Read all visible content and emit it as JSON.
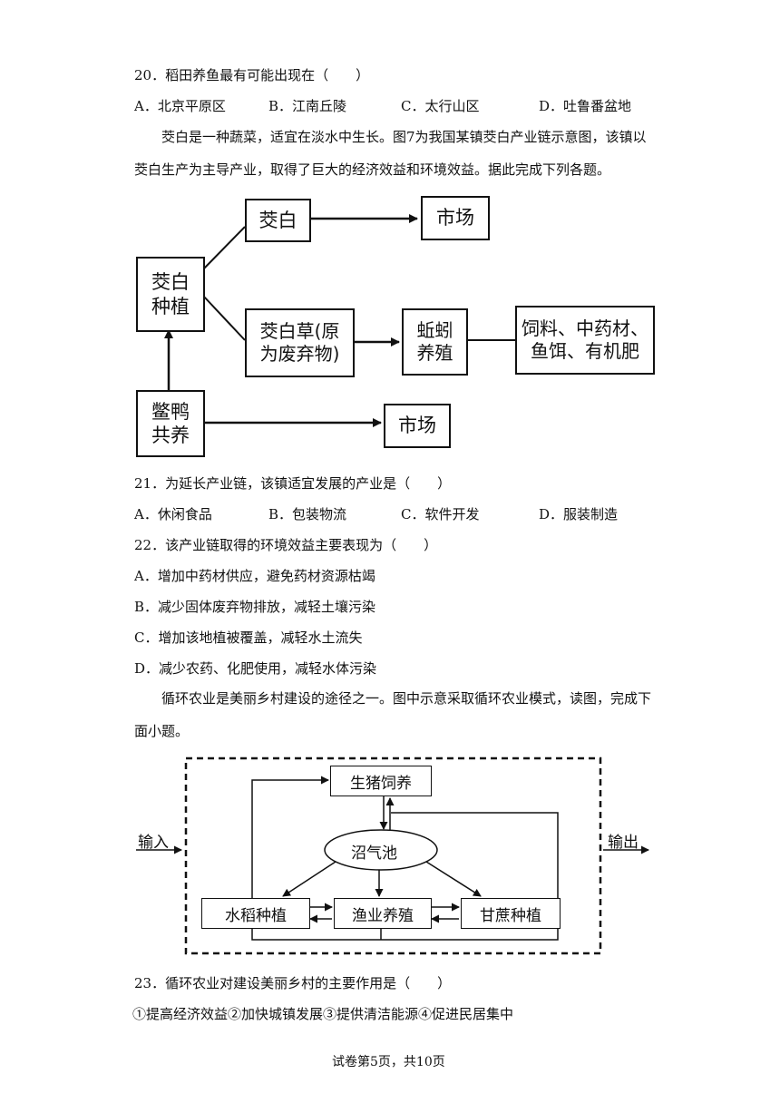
{
  "q20": {
    "stem": "20．稻田养鱼最有可能出现在（　　）",
    "options": [
      "A．北京平原区",
      "B．江南丘陵",
      "C．太行山区",
      "D．吐鲁番盆地"
    ]
  },
  "intro1": "茭白是一种蔬菜，适宜在淡水中生长。图7为我国某镇茭白产业链示意图，该镇以茭白生产为主导产业，取得了巨大的经济效益和环境效益。据此完成下列各题。",
  "fig7": {
    "planting": "茭白\n种植",
    "jiaobai": "茭白",
    "market1": "市场",
    "grass": "茭白草(原\n为废弃物)",
    "worm": "蚯蚓\n养殖",
    "products": "饲料、中药材、\n鱼饵、有机肥",
    "duck": "鳖鸭\n共养",
    "market2": "市场"
  },
  "q21": {
    "stem": "21．为延长产业链，该镇适宜发展的产业是（　　）",
    "options": [
      "A．休闲食品",
      "B．包装物流",
      "C．软件开发",
      "D．服装制造"
    ]
  },
  "q22": {
    "stem": "22．该产业链取得的环境效益主要表现为（　　）",
    "options": [
      "A．增加中药材供应，避免药材资源枯竭",
      "B．减少固体废弃物排放，减轻土壤污染",
      "C．增加该地植被覆盖，减轻水土流失",
      "D．减少农药、化肥使用，减轻水体污染"
    ]
  },
  "intro2": "循环农业是美丽乡村建设的途径之一。图中示意采取循环农业模式，读图，完成下面小题。",
  "fig2": {
    "input": "输入",
    "output": "输出",
    "pig": "生猪饲养",
    "biogas": "沼气池",
    "rice": "水稻种植",
    "fish": "渔业养殖",
    "cane": "甘蔗种植"
  },
  "q23": {
    "stem": "23．循环农业对建设美丽乡村的主要作用是（　　）",
    "items": "①提高经济效益②加快城镇发展③提供清洁能源④促进民居集中"
  },
  "footer": "试卷第5页，共10页"
}
